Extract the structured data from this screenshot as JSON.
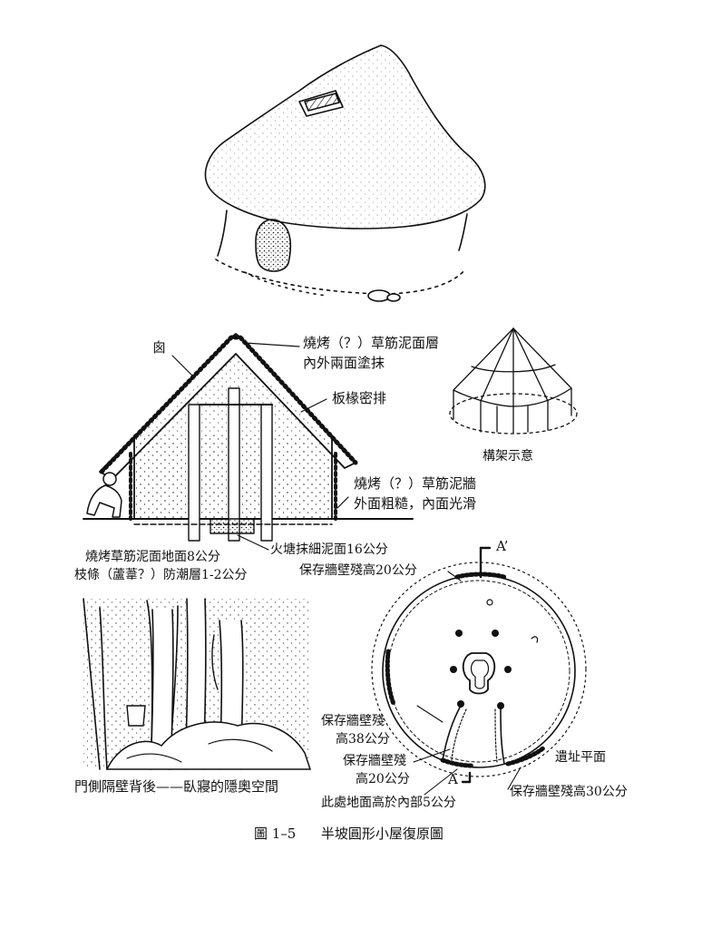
{
  "labels": {
    "chimney_top": "囪",
    "roof_top_1": "燒烤（？）草筋泥面層",
    "roof_top_2": "內外兩面塗抹",
    "rafters": "板椽密排",
    "frame": "構架示意",
    "wall_1": "燒烤（？）草筋泥牆",
    "wall_2": "外面粗糙，內面光滑",
    "floor_1": "燒烤草筋泥面地面8公分",
    "floor_2": "枝條（蘆葦？）防潮層1-2公分",
    "hearth": "火塘抹細泥面16公分",
    "wall_remain_20_top": "保存牆壁殘高20公分",
    "a_prime": "A’",
    "wall_remain_38_a": "保存牆壁殘",
    "wall_remain_38_b": "高38公分",
    "wall_remain_20_a": "保存牆壁殘",
    "wall_remain_20_b": "高20公分",
    "a_mark": "A",
    "site_plan": "遺址平面",
    "wall_remain_30": "保存牆壁殘高30公分",
    "ground_note": "此處地面高於內部5公分",
    "door_side": "門側隔壁背後——臥寢的隱奧空間"
  },
  "caption": {
    "figure_no": "圖 1–5",
    "title": "半坡圓形小屋復原圖"
  },
  "colors": {
    "ink": "#111111",
    "paper": "#ffffff"
  }
}
